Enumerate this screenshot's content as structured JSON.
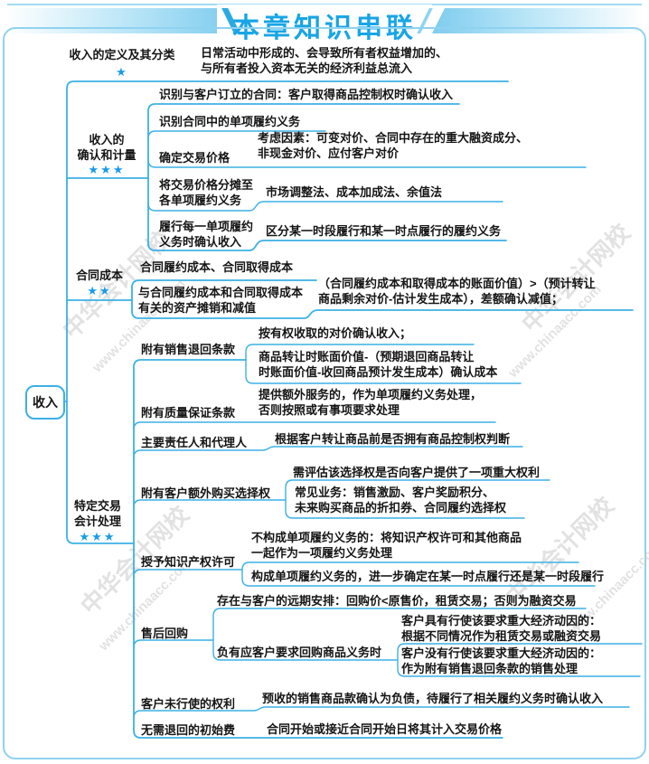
{
  "header": {
    "title": "本章知识串联"
  },
  "root": {
    "label": "收入"
  },
  "watermark": {
    "brand": "中华会计网校",
    "url": "www.chinaacc.com"
  },
  "colors": {
    "accent_line": "#3cb0e6",
    "star": "#189ce8",
    "title": "#18a5e6",
    "banner_fill": "#7fccef"
  },
  "branches": [
    {
      "label": "收入的定义及其分类",
      "stars": "★",
      "leaf": "日常活动中形成的、会导致所有者权益增加的、\n与所有者投入资本无关的经济利益总流入"
    },
    {
      "label": "收入的\n确认和计量",
      "stars": "★★★",
      "children": {
        "c1": "识别与客户订立的合同：客户取得商品控制权时确认收入",
        "c2": "识别合同中的单项履约义务",
        "c3_label": "确定交易价格",
        "c3_leaf": "考虑因素：可变对价、合同中存在的重大融资成分、\n非现金对价、应付客户对价",
        "c4_label": "将交易价格分摊至\n各单项履约义务",
        "c4_leaf": "市场调整法、成本加成法、余值法",
        "c5_label": "履行每一单项履约\n义务时确认收入",
        "c5_leaf": "区分某一时段履行和某一时点履行的履约义务"
      }
    },
    {
      "label": "合同成本",
      "stars": "★★",
      "children": {
        "c1": "合同履约成本、合同取得成本",
        "c2_label": "与合同履约成本和合同取得成本\n有关的资产摊销和减值",
        "c2_leaf": "（合同履约成本和取得成本的账面价值）>（预计转让\n商品剩余对价-估计发生成本），差额确认减值；"
      }
    },
    {
      "label": "特定交易\n会计处理",
      "stars": "★★★",
      "children": {
        "c1_label": "附有销售退回条款",
        "c1_l1": "按有权收取的对价确认收入；",
        "c1_l2": "商品转让时账面价值-（预期退回商品转让\n时账面价值-收回商品预计发生成本）确认成本",
        "c2_label": "附有质量保证条款",
        "c2_leaf": "提供额外服务的，作为单项履约义务处理，\n否则按照或有事项要求处理",
        "c3_label": "主要责任人和代理人",
        "c3_leaf": "根据客户转让商品前是否拥有商品控制权判断",
        "c4_label": "附有客户额外购买选择权",
        "c4_l1": "需评估该选择权是否向客户提供了一项重大权利",
        "c4_l2": "常见业务：销售激励、客户奖励积分、\n未来购买商品的折扣券、合同履约选择权",
        "c5_label": "授予知识产权许可",
        "c5_l1": "不构成单项履约义务的：将知识产权许可和其他商品\n一起作为一项履约义务处理",
        "c5_l2": "构成单项履约义务的，进一步确定在某一时点履行还是某一时段履行",
        "c6_label": "售后回购",
        "c6_s1": "存在与客户的远期安排：回购价<原售价，租赁交易；否则为融资交易",
        "c6_s2_label": "负有应客户要求回购商品义务时",
        "c6_s2_g1": "客户具有行使该要求重大经济动因的：\n根据不同情况作为租赁交易或融资交易",
        "c6_s2_g2": "客户没有行使该要求重大经济动因的：\n作为附有销售退回条款的销售处理",
        "c7_label": "客户未行使的权利",
        "c7_leaf": "预收的销售商品款确认为负债，待履行了相关履约义务时确认收入",
        "c8_label": "无需退回的初始费",
        "c8_leaf": "合同开始或接近合同开始日将其计入交易价格"
      }
    }
  ]
}
